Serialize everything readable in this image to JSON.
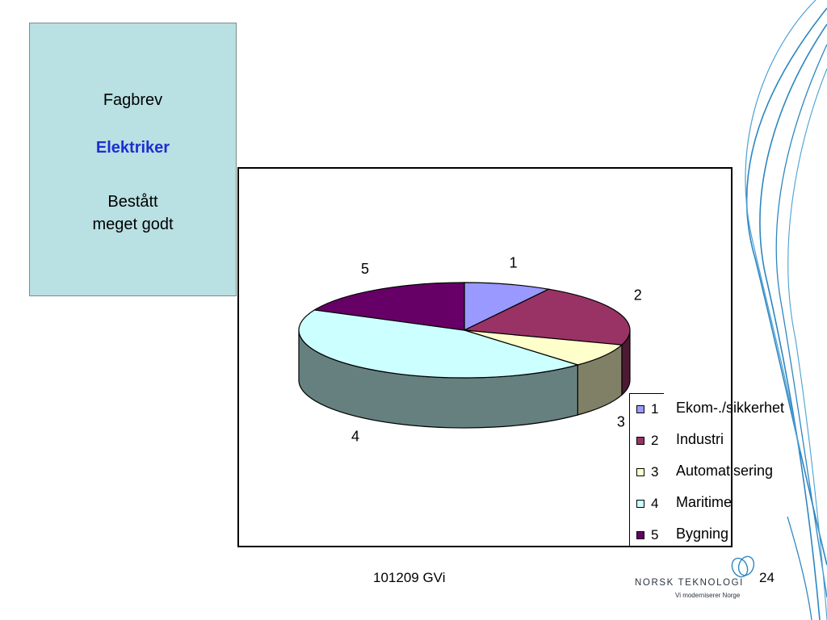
{
  "info": {
    "line1": "Fagbrev",
    "line2": "Elektriker",
    "line3": "Bestått\nmeget godt"
  },
  "chart_data": {
    "type": "pie",
    "view": "3d",
    "values": [
      8.5,
      21.5,
      8,
      44,
      18
    ],
    "value_note": "",
    "slices": [
      {
        "label": "1",
        "legend": "Ekom-./sikkerhet",
        "color": "#9999ff"
      },
      {
        "label": "2",
        "legend": "Industri",
        "color": "#993366"
      },
      {
        "label": "3",
        "legend": "Automatisering",
        "color": "#ffffcc"
      },
      {
        "label": "4",
        "legend": "Maritime",
        "color": "#ccffff"
      },
      {
        "label": "5",
        "legend": "Bygning",
        "color": "#660066"
      }
    ],
    "legend_placement": "right"
  },
  "colors": {
    "accent_blue": "#1d2fd1",
    "box_bg": "#b9e0e3",
    "curve_blue": "#2e86c1"
  },
  "footer": {
    "text": "101209 GVi",
    "page": "24"
  },
  "logo": {
    "name": "NORSK TEKNOLOGI",
    "tagline": "Vi moderniserer Norge",
    "icon": "rings-icon"
  }
}
